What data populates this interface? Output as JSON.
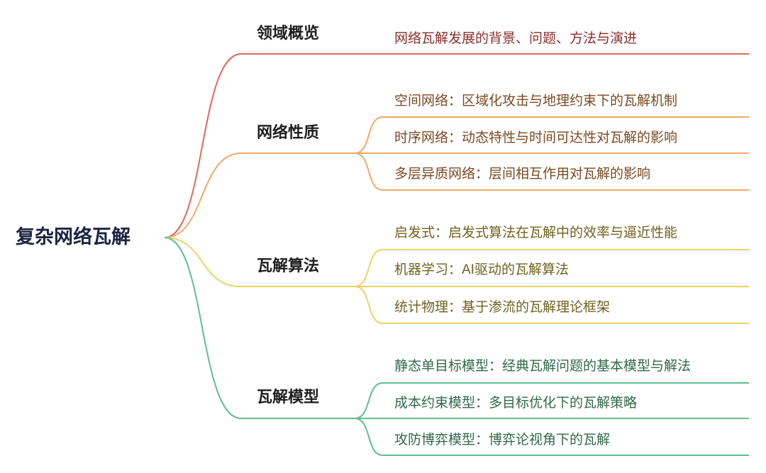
{
  "root": "复杂网络瓦解",
  "colors": {
    "branch1": "#e0685c",
    "branch2": "#eeaa66",
    "branch3": "#eed264",
    "branch4": "#5fbf8c"
  },
  "branches": [
    {
      "label": "领域概览",
      "leaves": [
        "网络瓦解发展的背景、问题、方法与演进"
      ]
    },
    {
      "label": "网络性质",
      "leaves": [
        "空间网络：区域化攻击与地理约束下的瓦解机制",
        "时序网络：动态特性与时间可达性对瓦解的影响",
        "多层异质网络：层间相互作用对瓦解的影响"
      ]
    },
    {
      "label": "瓦解算法",
      "leaves": [
        "启发式：启发式算法在瓦解中的效率与逼近性能",
        "机器学习：AI驱动的瓦解算法",
        "统计物理：基于渗流的瓦解理论框架"
      ]
    },
    {
      "label": "瓦解模型",
      "leaves": [
        "静态单目标模型：经典瓦解问题的基本模型与解法",
        "成本约束模型：多目标优化下的瓦解策略",
        "攻防博弈模型：博弈论视角下的瓦解"
      ]
    }
  ]
}
